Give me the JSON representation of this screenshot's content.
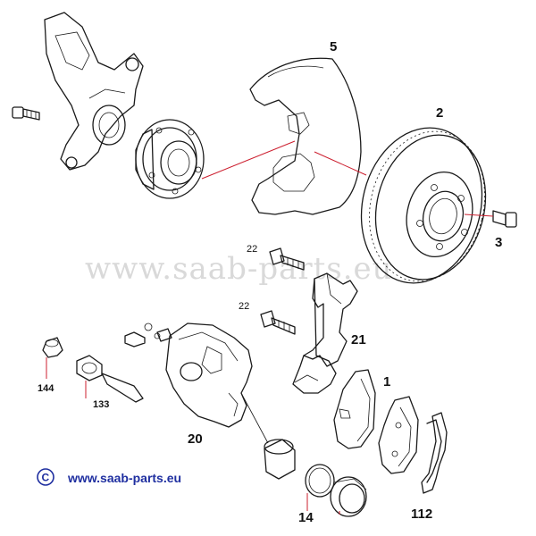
{
  "watermark": "www.saab-parts.eu",
  "footer": {
    "copyright_symbol": "C",
    "url": "www.saab-parts.eu",
    "color": "#1f2fa0"
  },
  "leader_color": "#cc1f2f",
  "callouts": {
    "c5": "5",
    "c2": "2",
    "c3": "3",
    "c22a": "22",
    "c22b": "22",
    "c21": "21",
    "c1": "1",
    "c144": "144",
    "c133": "133",
    "c20": "20",
    "c14": "14",
    "c112": "112"
  }
}
